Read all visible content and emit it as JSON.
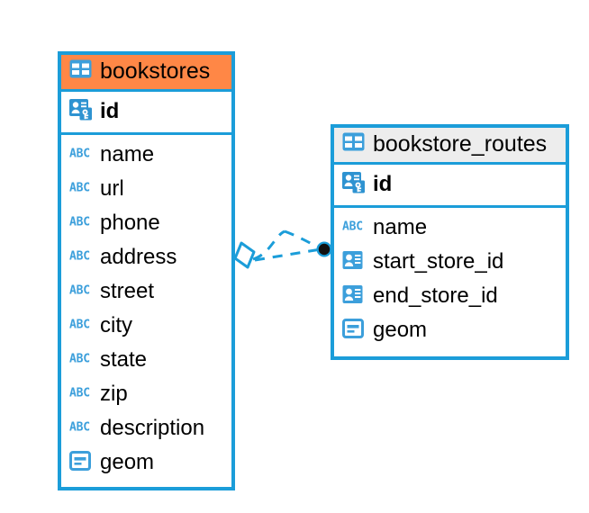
{
  "diagram": {
    "type": "entity-relationship-diagram",
    "background_color": "#ffffff",
    "accent_color": "#1b9dd9",
    "highlight_color": "#ff8746",
    "neutral_header_color": "#ededed"
  },
  "entities": [
    {
      "id": "bookstores",
      "name": "bookstores",
      "header_color": "#ff8746",
      "header_icon": "table-icon",
      "selected": true,
      "primary_keys": [
        {
          "name": "id",
          "icon": "primary-key-icon",
          "type": "key"
        }
      ],
      "fields": [
        {
          "name": "name",
          "icon": "abc-text-icon",
          "type": "text"
        },
        {
          "name": "url",
          "icon": "abc-text-icon",
          "type": "text"
        },
        {
          "name": "phone",
          "icon": "abc-text-icon",
          "type": "text"
        },
        {
          "name": "address",
          "icon": "abc-text-icon",
          "type": "text"
        },
        {
          "name": "street",
          "icon": "abc-text-icon",
          "type": "text"
        },
        {
          "name": "city",
          "icon": "abc-text-icon",
          "type": "text"
        },
        {
          "name": "state",
          "icon": "abc-text-icon",
          "type": "text"
        },
        {
          "name": "zip",
          "icon": "abc-text-icon",
          "type": "text"
        },
        {
          "name": "description",
          "icon": "abc-text-icon",
          "type": "text"
        },
        {
          "name": "geom",
          "icon": "geometry-icon",
          "type": "geometry"
        }
      ]
    },
    {
      "id": "bookstore_routes",
      "name": "bookstore_routes",
      "header_color": "#ededed",
      "header_icon": "table-icon",
      "selected": false,
      "primary_keys": [
        {
          "name": "id",
          "icon": "primary-key-icon",
          "type": "key"
        }
      ],
      "fields": [
        {
          "name": "name",
          "icon": "abc-text-icon",
          "type": "text"
        },
        {
          "name": "start_store_id",
          "icon": "foreign-key-icon",
          "type": "reference"
        },
        {
          "name": "end_store_id",
          "icon": "foreign-key-icon",
          "type": "reference"
        },
        {
          "name": "geom",
          "icon": "geometry-icon",
          "type": "geometry"
        }
      ]
    }
  ],
  "relationships": [
    {
      "id": "bookstores-to-routes",
      "from_entity": "bookstores",
      "to_entity": "bookstore_routes",
      "line_style": "dashed",
      "line_color": "#1b9dd9",
      "source_marker": "diamond-marker",
      "target_marker": "filled-circle-marker",
      "branches": 2
    }
  ]
}
